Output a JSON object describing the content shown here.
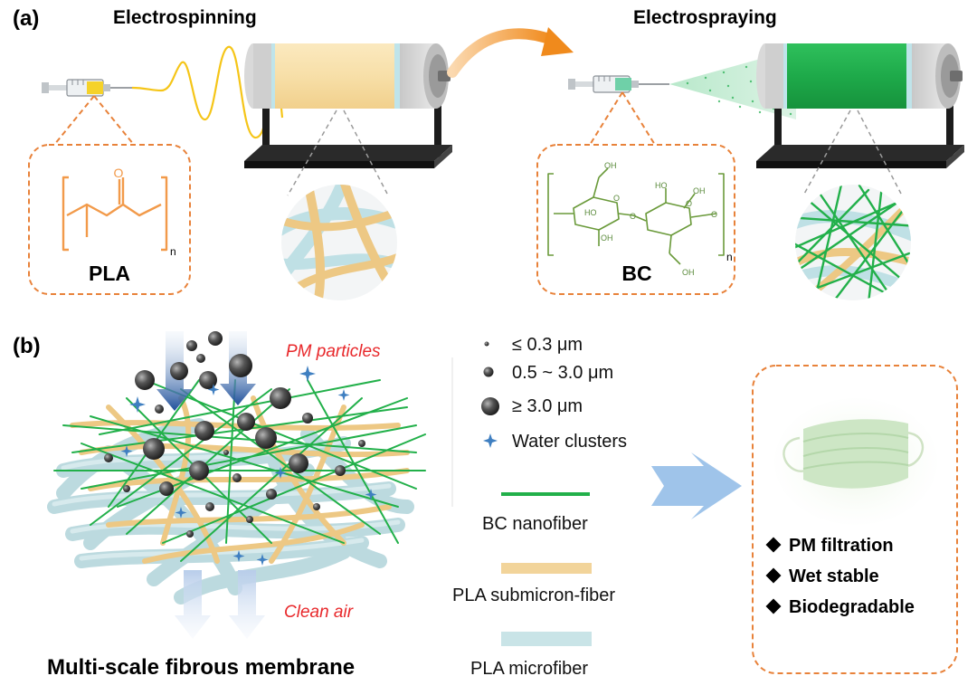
{
  "panel_a": {
    "label": "(a)",
    "left_title": "Electrospinning",
    "right_title": "Electrospraying",
    "pla_label": "PLA",
    "bc_label": "BC",
    "pla_subscript": "n",
    "bc_subscript": "n",
    "pla_atom": "O",
    "bc_atoms": [
      "OH",
      "OH",
      "OH",
      "OH",
      "HO",
      "HO",
      "O",
      "O",
      "O",
      "O"
    ]
  },
  "panel_b": {
    "label": "(b)",
    "pm_particles": "PM particles",
    "clean_air": "Clean air",
    "membrane_title": "Multi-scale fibrous membrane"
  },
  "legend": {
    "small": "≤ 0.3 μm",
    "medium": "0.5 ~ 3.0 μm",
    "large": "≥ 3.0 μm",
    "water": "Water clusters",
    "bc_fiber": "BC nanofiber",
    "pla_submicron": "PLA submicron-fiber",
    "pla_micro": "PLA microfiber"
  },
  "features": [
    "PM filtration",
    "Wet stable",
    "Biodegradable"
  ],
  "colors": {
    "orange_dash": "#e8823a",
    "pla_fiber": "#f2d49a",
    "micro_fiber": "#c9e4e7",
    "bc_green": "#22b04a",
    "jet_yellow": "#f5c518",
    "bc_drum": "#1fae4c",
    "red_text": "#e8282b",
    "arrow_orange": "#f29a2e",
    "arrow_blue": "#8bb8e0"
  }
}
